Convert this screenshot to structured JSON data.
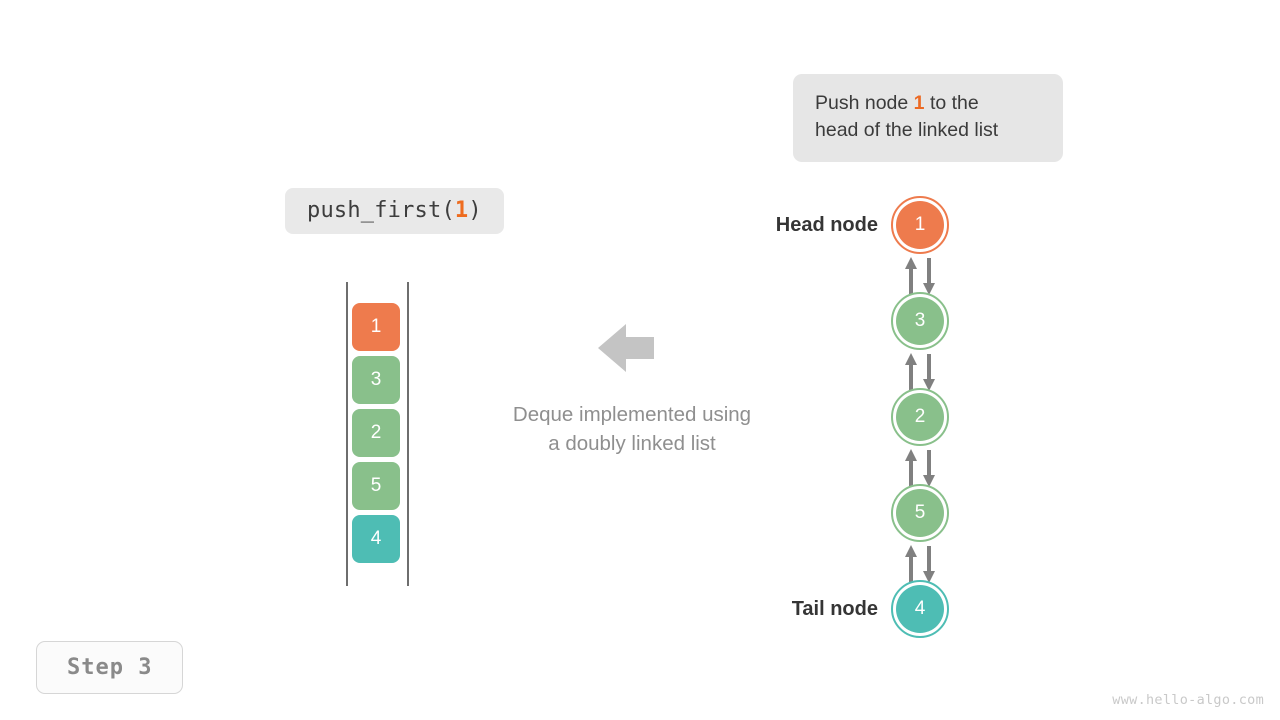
{
  "colors": {
    "orange": "#ee7b4d",
    "orange_text": "#ec6a24",
    "green": "#89c08b",
    "teal": "#4ebdb4",
    "arrow_gray": "#808080",
    "block_arrow_gray": "#c4c4c4",
    "rail_gray": "#6e6e6e",
    "bubble_gray": "#e6e6e6",
    "caption_gray": "#8f8f8f",
    "label_dark": "#353535"
  },
  "callout": {
    "line1_pre": "Push node ",
    "line1_hl": "1",
    "line1_post": " to the",
    "line2": "head of the linked list"
  },
  "operation": {
    "name": "push_first(",
    "arg": "1",
    "close": ")"
  },
  "deque": {
    "boxes": [
      {
        "value": "1",
        "color": "#ee7b4d"
      },
      {
        "value": "3",
        "color": "#89c08b"
      },
      {
        "value": "2",
        "color": "#89c08b"
      },
      {
        "value": "5",
        "color": "#89c08b"
      },
      {
        "value": "4",
        "color": "#4ebdb4"
      }
    ]
  },
  "caption": {
    "line1": "Deque implemented using",
    "line2": "a doubly linked list"
  },
  "linked_list": {
    "head_label": "Head node",
    "tail_label": "Tail node",
    "nodes": [
      {
        "value": "1",
        "color": "#ee7b4d"
      },
      {
        "value": "3",
        "color": "#89c08b"
      },
      {
        "value": "2",
        "color": "#89c08b"
      },
      {
        "value": "5",
        "color": "#89c08b"
      },
      {
        "value": "4",
        "color": "#4ebdb4"
      }
    ]
  },
  "step_badge": "Step 3",
  "watermark": "www.hello-algo.com"
}
